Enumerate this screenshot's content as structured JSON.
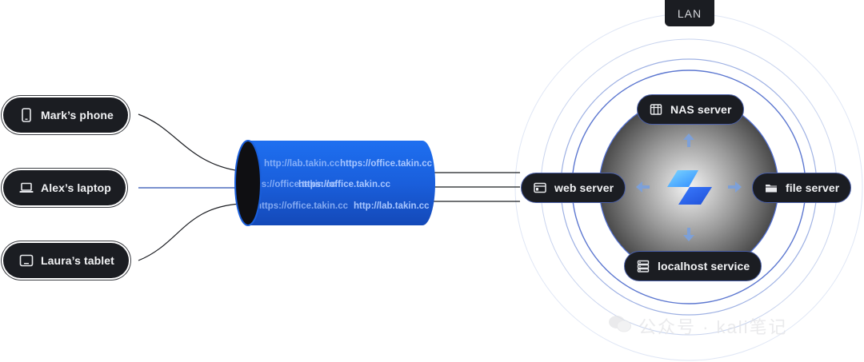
{
  "devices": [
    {
      "id": "phone",
      "label": "Mark’s phone",
      "icon": "phone-icon"
    },
    {
      "id": "laptop",
      "label": "Alex’s laptop",
      "icon": "laptop-icon"
    },
    {
      "id": "tablet",
      "label": "Laura’s tablet",
      "icon": "tablet-icon"
    }
  ],
  "tunnel": {
    "urls": [
      "http://lab.takin.cc",
      "https://office.takin.cc",
      "https://office.takin.cc",
      "https://office.takin.cc",
      "https://office.takin.cc",
      "http://lab.takin.cc"
    ],
    "color": "#1a66e8"
  },
  "lan": {
    "label": "LAN",
    "services": {
      "nas": {
        "label": "NAS server",
        "icon": "server-rack-icon"
      },
      "web": {
        "label": "web server",
        "icon": "browser-window-icon"
      },
      "file": {
        "label": "file server",
        "icon": "folder-icon"
      },
      "localhost": {
        "label": "localhost service",
        "icon": "server-stack-icon"
      }
    },
    "hub_icon": "lightning-logo-icon"
  },
  "watermark": {
    "text": "公众号 · kali笔记",
    "icon": "wechat-icon"
  }
}
